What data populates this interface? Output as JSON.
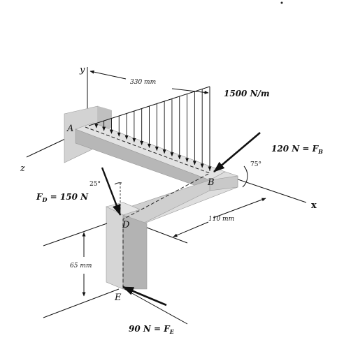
{
  "labels": {
    "axis_y": "y",
    "axis_z": "z",
    "axis_x": "x",
    "point_a": "A",
    "point_b": "B",
    "point_d": "D",
    "point_e": "E",
    "dim_330": "330 mm",
    "dim_110": "110 mm",
    "dim_65": "65 mm",
    "load_distributed": "1500 N/m",
    "force_b": "120 N = F",
    "force_b_sub": "B",
    "force_d": "F",
    "force_d_sub": "D",
    "force_d_value": " = 150 N",
    "force_e": "90 N = F",
    "force_e_sub": "E",
    "angle_b": "75°",
    "angle_d": "25°"
  },
  "colors": {
    "member_light": "#dcdcdc",
    "member_mid": "#c4c4c4",
    "member_dark": "#a9a9a9",
    "wall": "#cfcfcf",
    "ink": "#111111"
  }
}
